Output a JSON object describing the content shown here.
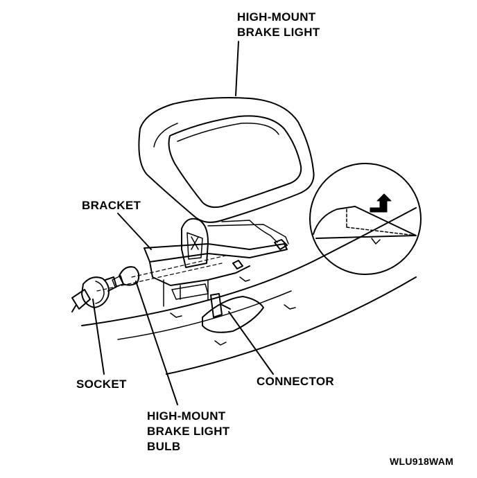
{
  "labels": {
    "brake_light": [
      "HIGH-MOUNT",
      "BRAKE LIGHT"
    ],
    "bracket": "BRACKET",
    "socket": "SOCKET",
    "connector": "CONNECTOR",
    "bulb": [
      "HIGH-MOUNT",
      "BRAKE LIGHT",
      "BULB"
    ],
    "figure_code": "WLU918WAM"
  }
}
